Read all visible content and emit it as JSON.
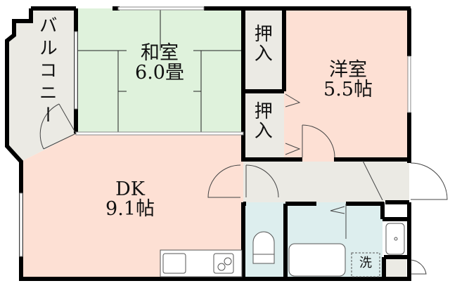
{
  "floor_plan": {
    "colors": {
      "wall": "#000000",
      "washitsu_fill": "#dff2dc",
      "western_fill": "#fde0d4",
      "storage_fill": "#ebeae4",
      "wet_area_fill": "#ddeeee",
      "window": "#ffffff"
    },
    "rooms": {
      "balcony": {
        "label": "バルコニー"
      },
      "washitsu": {
        "name": "和室",
        "size": "6.0畳"
      },
      "closet_upper": {
        "label": "押入"
      },
      "closet_lower": {
        "label": "押入"
      },
      "western_room": {
        "name": "洋室",
        "size": "5.5帖"
      },
      "dk": {
        "name": "DK",
        "size": "9.1帖"
      },
      "laundry": {
        "label": "洗"
      }
    }
  }
}
